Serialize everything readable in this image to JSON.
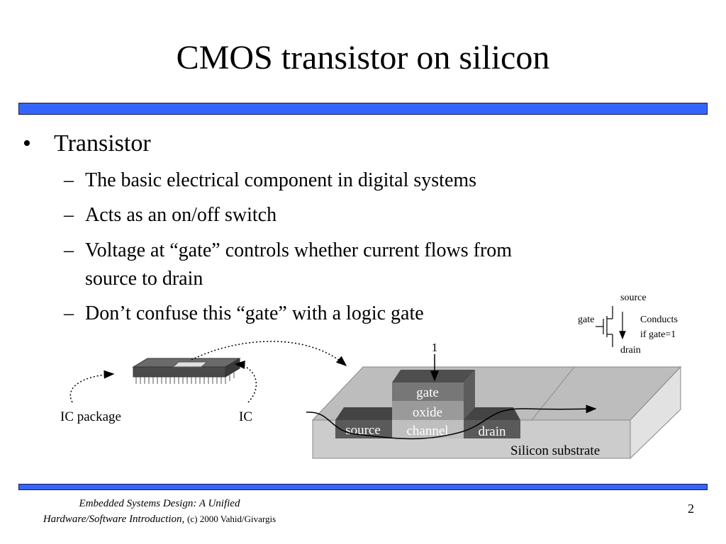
{
  "slide": {
    "title": "CMOS transistor on silicon",
    "bullet": "Transistor",
    "bullet_mark": "•",
    "sub_mark": "–",
    "sub": [
      "The basic electrical component in digital systems",
      "Acts as an on/off switch",
      "Voltage at “gate” controls whether current flows from",
      "source to drain",
      "Don’t confuse this “gate” with a logic gate"
    ]
  },
  "figure": {
    "ic_package": "IC package",
    "ic": "IC",
    "gate_input": "1",
    "gate": "gate",
    "oxide": "oxide",
    "channel": "channel",
    "source": "source",
    "drain": "drain",
    "substrate": "Silicon substrate"
  },
  "symbol": {
    "source": "source",
    "gate": "gate",
    "drain": "drain",
    "note_line1": "Conducts",
    "note_line2": "if gate=1"
  },
  "footer": {
    "book_line1": "Embedded Systems Design: A Unified",
    "book_line2": "Hardware/Software Introduction,",
    "copyright": "(c) 2000 Vahid/Givargis",
    "page": "2"
  },
  "colors": {
    "accent_bar": "#3366ff",
    "dark_block": "#595959",
    "gate_block": "#7f7f7f",
    "oxide_block": "#999999",
    "channel_block": "#bfbfbf",
    "substrate": "#c8c8c8"
  }
}
